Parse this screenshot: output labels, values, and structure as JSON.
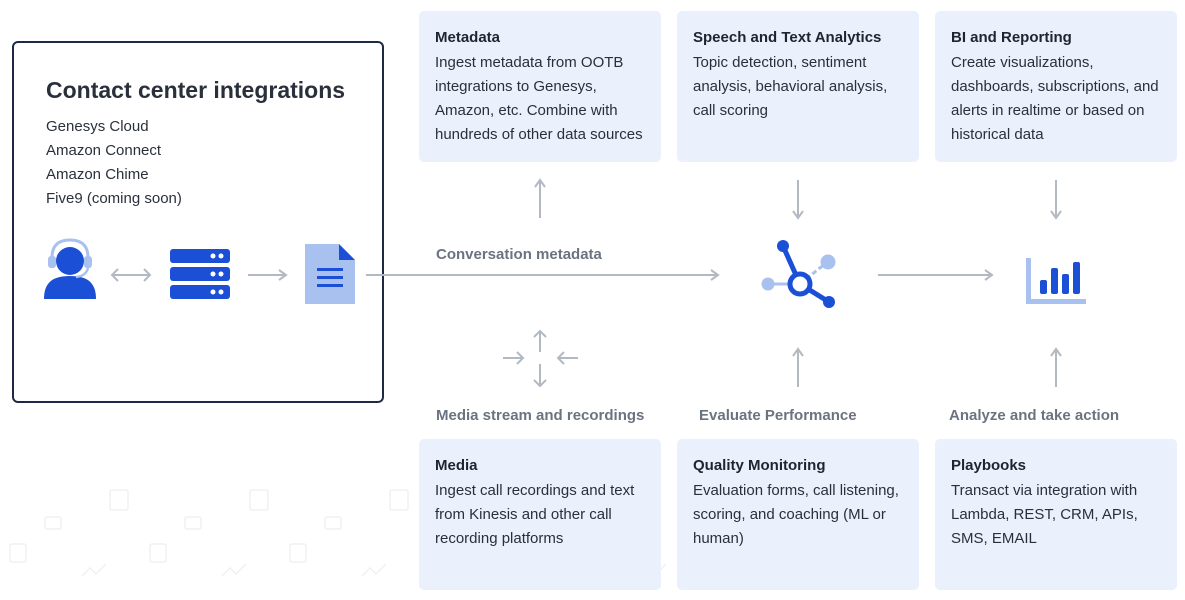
{
  "integrations": {
    "title": "Contact center integrations",
    "items": [
      "Genesys Cloud",
      "Amazon Connect",
      "Amazon Chime",
      "Five9 (coming soon)"
    ]
  },
  "cards": {
    "metadata": {
      "title": "Metadata",
      "body": "Ingest metadata from OOTB integrations to Genesys, Amazon, etc. Combine with hundreds of other data sources"
    },
    "speech": {
      "title": "Speech and Text Analytics",
      "body": "Topic detection, sentiment analysis, behavioral analysis, call scoring"
    },
    "bi": {
      "title": "BI and Reporting",
      "body": "Create visualizations, dashboards, subscriptions, and alerts in realtime or based on historical data"
    },
    "media": {
      "title": "Media",
      "body": "Ingest call recordings and text from Kinesis and other call recording platforms"
    },
    "quality": {
      "title": "Quality Monitoring",
      "body": "Evaluation forms, call listening, scoring, and coaching (ML or human)"
    },
    "playbooks": {
      "title": "Playbooks",
      "body": "Transact via integration with Lambda, REST, CRM, APIs, SMS, EMAIL"
    }
  },
  "labels": {
    "conversation_metadata": "Conversation metadata",
    "media_stream": "Media stream and recordings",
    "evaluate": "Evaluate Performance",
    "analyze": "Analyze and take action"
  },
  "colors": {
    "accent_blue": "#1a4fd6",
    "light_blue": "#a9c1ef",
    "card_bg": "#eaf1fc",
    "arrow_gray": "#b3b9c3",
    "border_dark": "#1e2a44"
  },
  "icons": [
    "agent-headset-icon",
    "double-arrow-icon",
    "server-stack-icon",
    "document-icon",
    "hub-network-icon",
    "bar-chart-icon",
    "expand-arrows-icon"
  ]
}
